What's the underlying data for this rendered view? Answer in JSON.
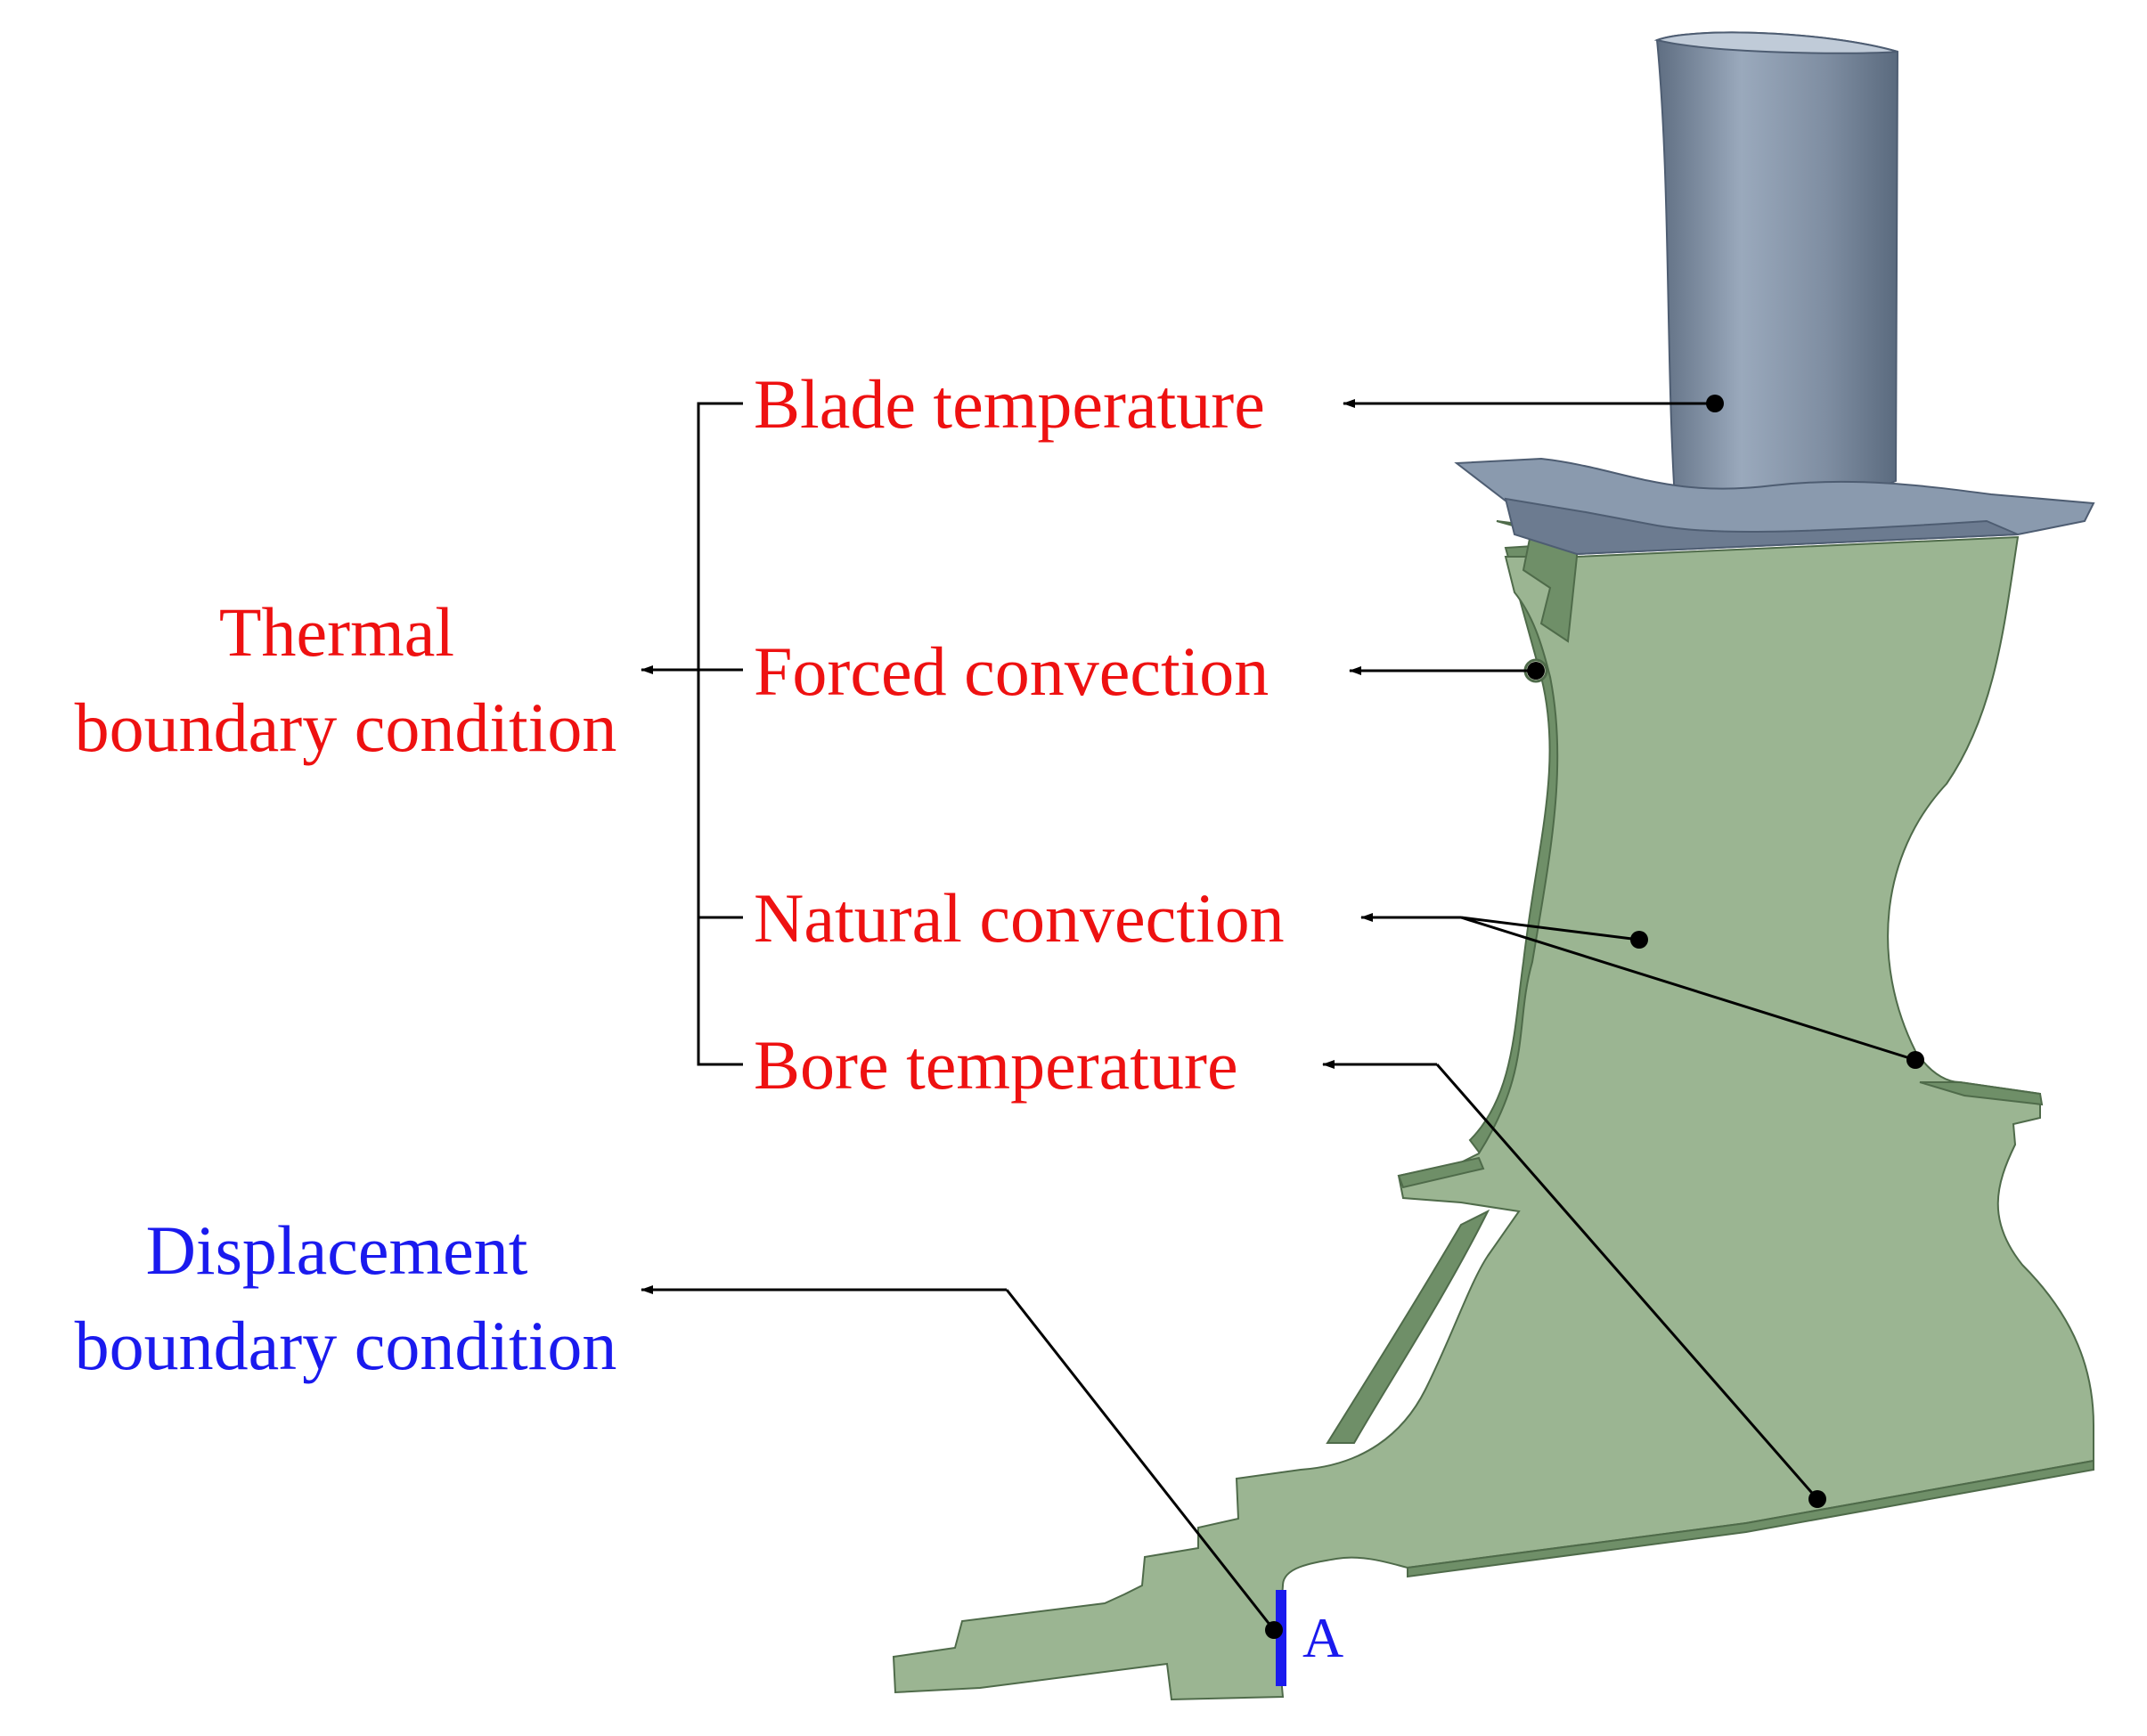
{
  "labels": {
    "blade_temperature": "Blade temperature",
    "forced_convection": "Forced convection",
    "natural_convection": "Natural convection",
    "bore_temperature": "Bore temperature",
    "thermal_line1": "Thermal",
    "thermal_line2": "boundary condition",
    "displacement_line1": "Displacement",
    "displacement_line2": "boundary condition",
    "point_a": "A"
  },
  "colors": {
    "thermal_text": "#ee1111",
    "displacement_text": "#1a1aee",
    "disk": "#9bb592",
    "blade": "#8a9aae",
    "constraint_marker": "#1a1aee"
  }
}
